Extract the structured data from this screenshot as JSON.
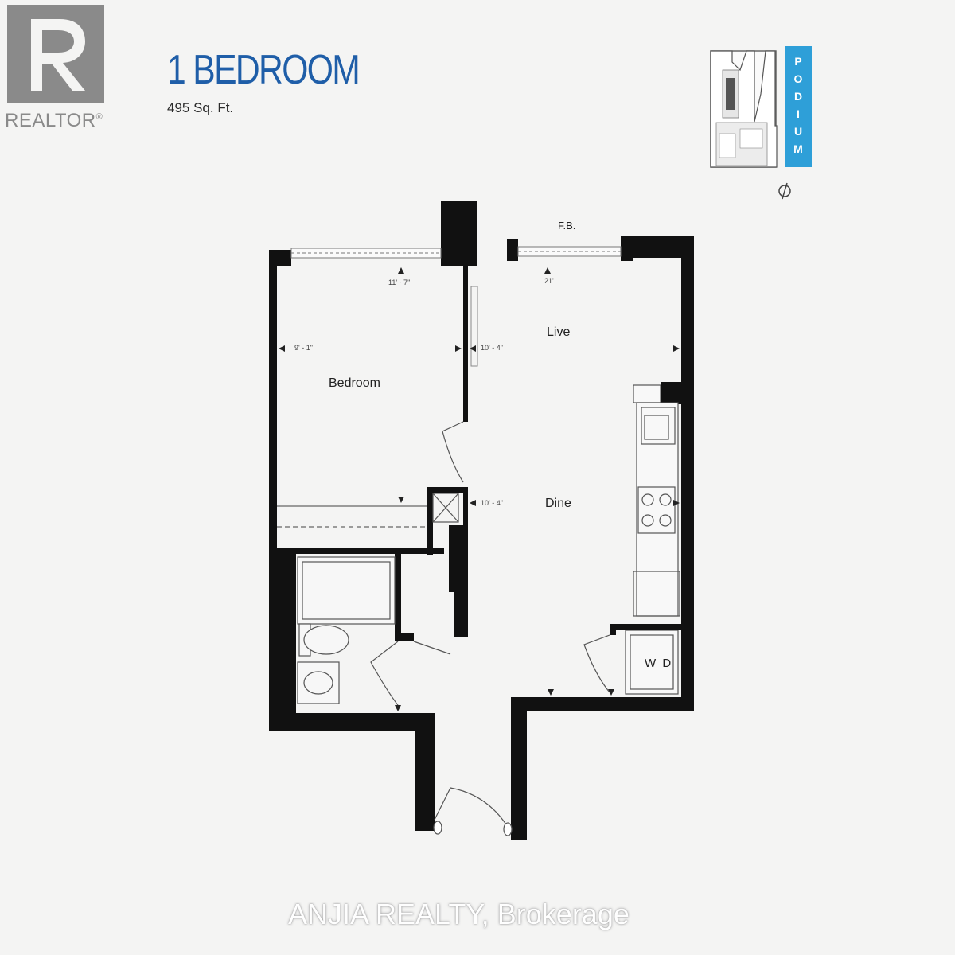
{
  "logo": {
    "text": "REALTOR",
    "mark": "®"
  },
  "header": {
    "title": "1 BEDROOM",
    "area": "495 Sq. Ft."
  },
  "keyplan": {
    "tag": "PODIUM",
    "compass_icon": "north-arrow-icon"
  },
  "rooms": {
    "bedroom": "Bedroom",
    "live": "Live",
    "dine": "Dine",
    "laundry": "W D",
    "fb": "F.B."
  },
  "dimensions": {
    "bedroom_width": "9' - 1\"",
    "bedroom_depth": "11' - 7\"",
    "live_width": "10' - 4\"",
    "live_depth": "21'",
    "dine_width": "10' - 4\""
  },
  "watermark": "ANJIA REALTY, Brokerage",
  "colors": {
    "title": "#1f5ea8",
    "podium": "#2e9fd8",
    "wall": "#111111",
    "logo": "#8a8a8a"
  }
}
